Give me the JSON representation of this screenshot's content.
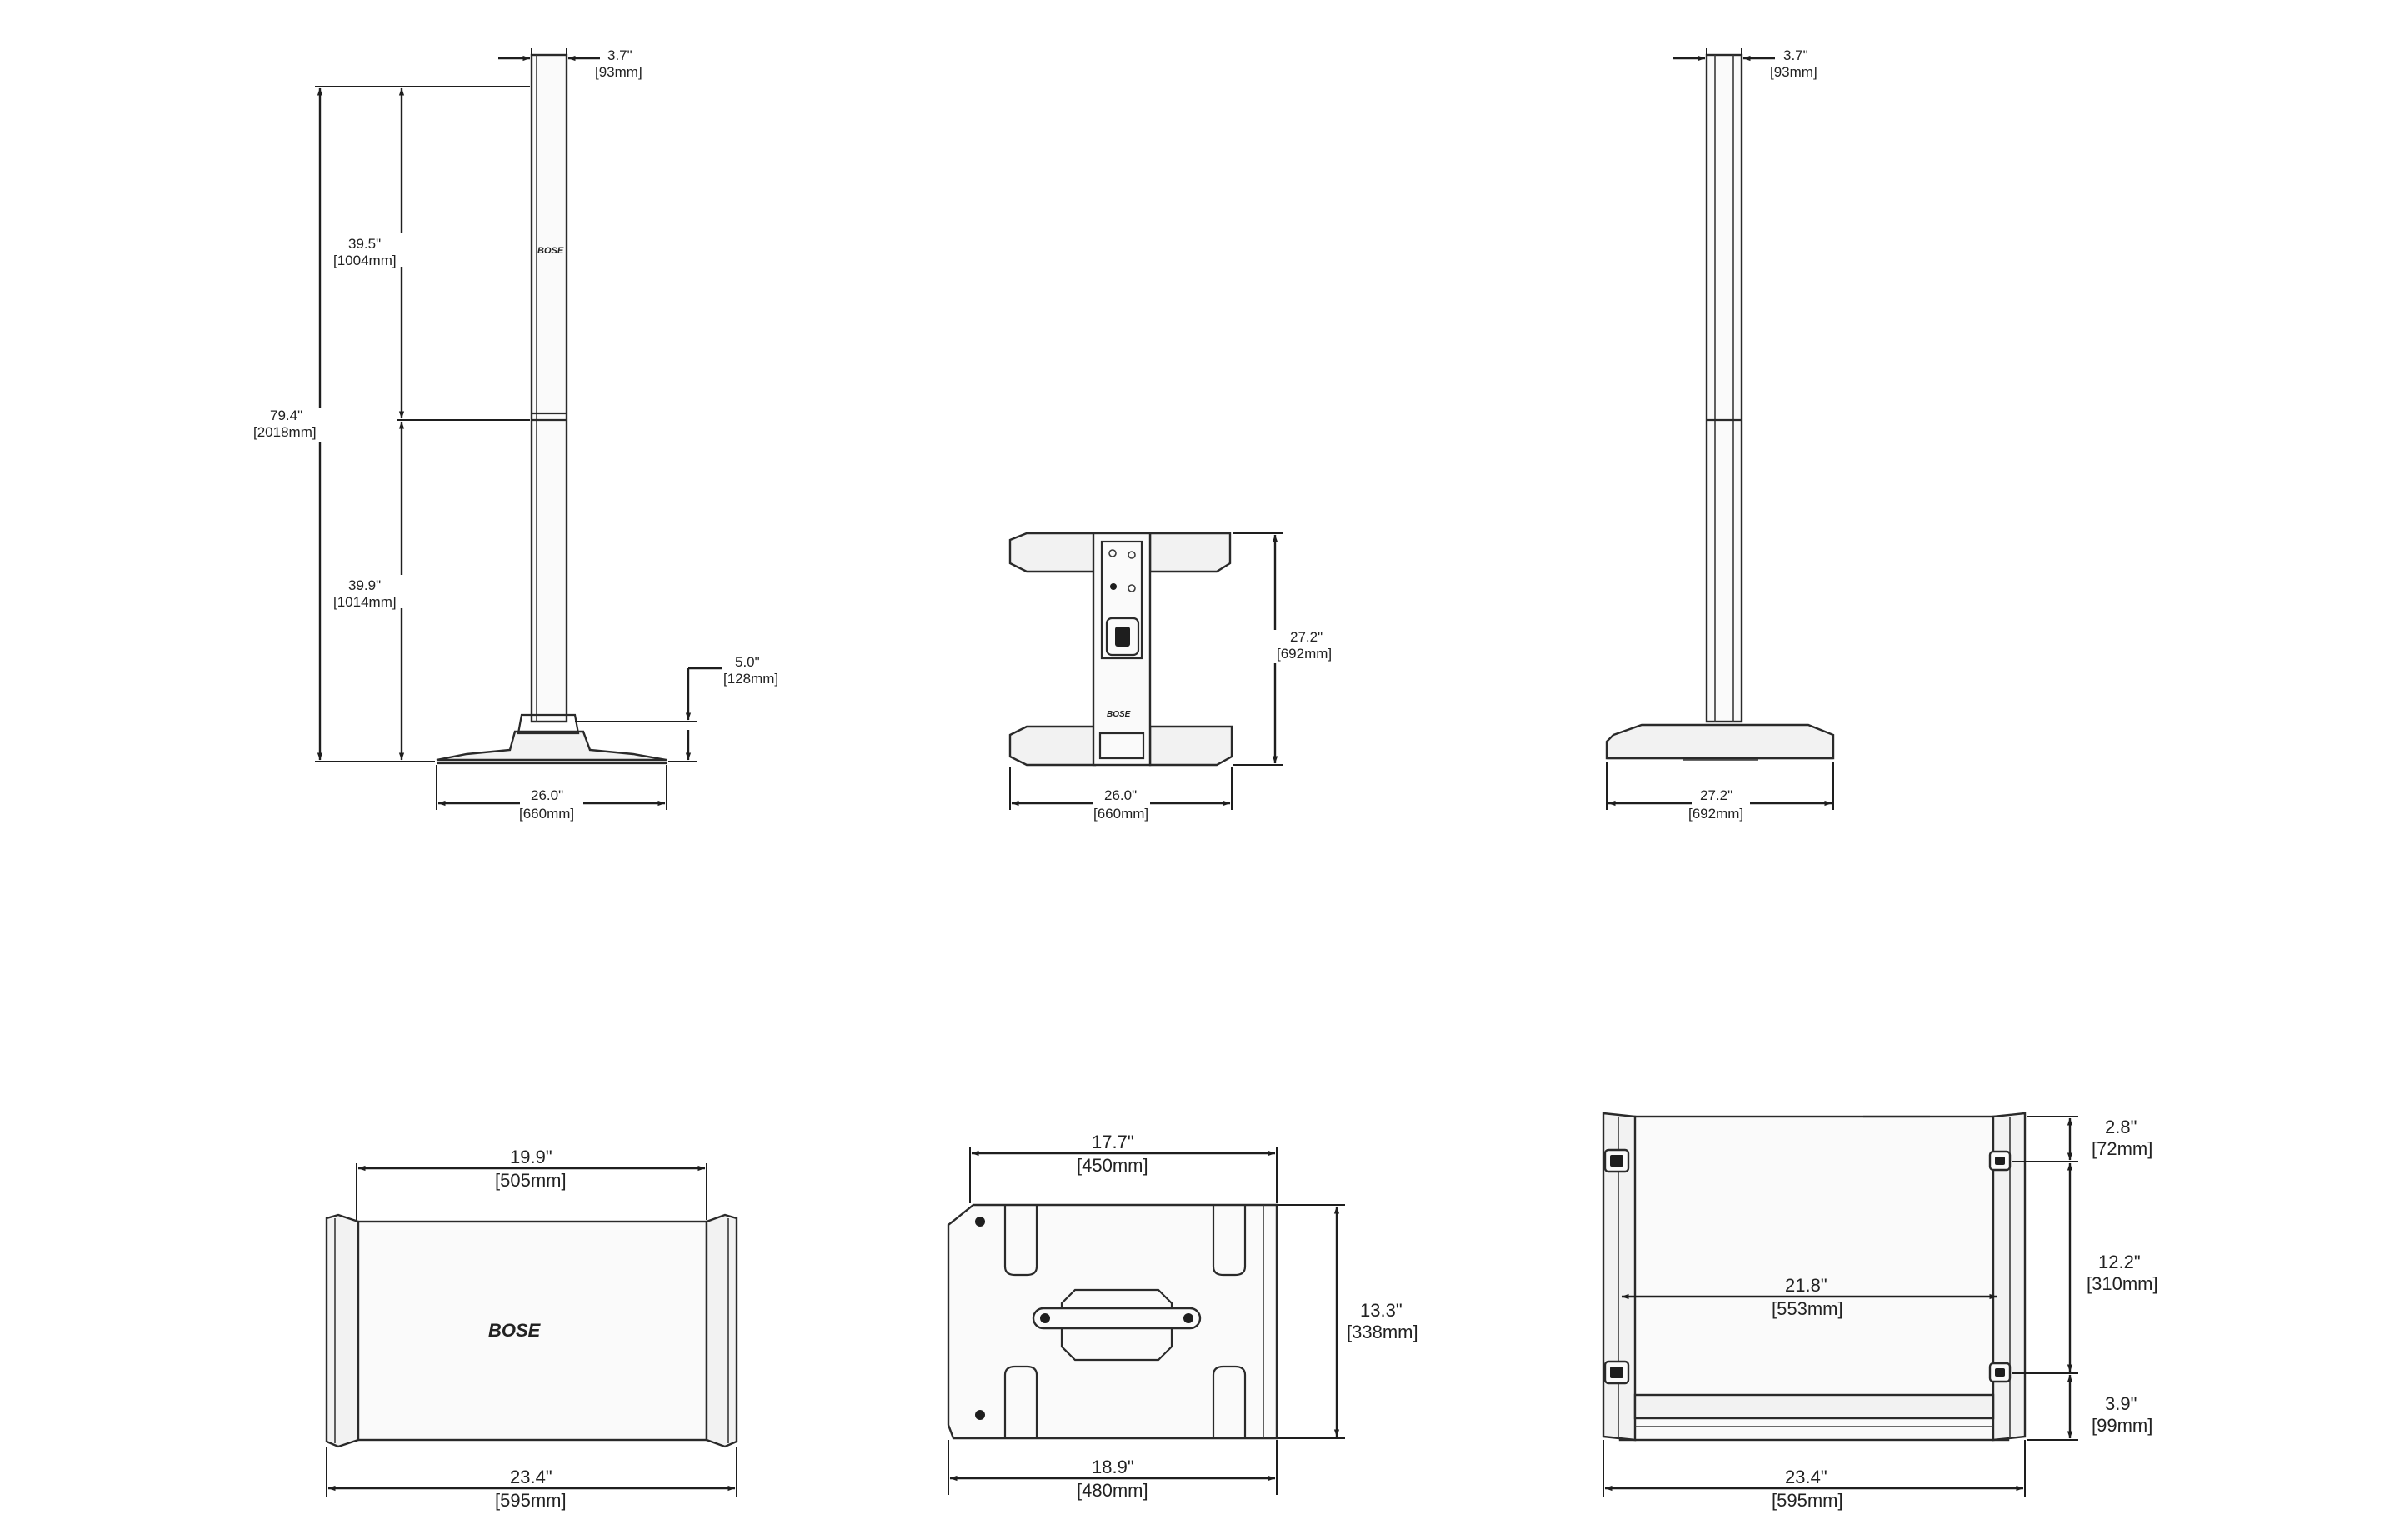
{
  "views": {
    "column_side": {
      "width_top": {
        "in": "3.7\"",
        "mm": "[93mm]"
      },
      "upper_height": {
        "in": "39.5\"",
        "mm": "[1004mm]"
      },
      "lower_height": {
        "in": "39.9\"",
        "mm": "[1014mm]"
      },
      "total_height": {
        "in": "79.4\"",
        "mm": "[2018mm]"
      },
      "base_height": {
        "in": "5.0\"",
        "mm": "[128mm]"
      },
      "base_width": {
        "in": "26.0\"",
        "mm": "[660mm]"
      }
    },
    "base_top": {
      "depth": {
        "in": "27.2\"",
        "mm": "[692mm]"
      },
      "width": {
        "in": "26.0\"",
        "mm": "[660mm]"
      }
    },
    "column_front": {
      "width_top": {
        "in": "3.7\"",
        "mm": "[93mm]"
      },
      "base_width": {
        "in": "27.2\"",
        "mm": "[692mm]"
      }
    },
    "sub_front": {
      "inner_width": {
        "in": "19.9\"",
        "mm": "[505mm]"
      },
      "outer_width": {
        "in": "23.4\"",
        "mm": "[595mm]"
      }
    },
    "sub_side": {
      "top_width": {
        "in": "17.7\"",
        "mm": "[450mm]"
      },
      "height": {
        "in": "13.3\"",
        "mm": "[338mm]"
      },
      "bottom_width": {
        "in": "18.9\"",
        "mm": "[480mm]"
      }
    },
    "sub_top": {
      "inner_width": {
        "in": "21.8\"",
        "mm": "[553mm]"
      },
      "outer_width": {
        "in": "23.4\"",
        "mm": "[595mm]"
      },
      "top_offset": {
        "in": "2.8\"",
        "mm": "[72mm]"
      },
      "middle": {
        "in": "12.2\"",
        "mm": "[310mm]"
      },
      "bottom_offset": {
        "in": "3.9\"",
        "mm": "[99mm]"
      }
    }
  },
  "brand_logo": "BOSE",
  "icons": [
    "arrow-marker-icon",
    "bose-logo-icon",
    "handle-icon"
  ]
}
